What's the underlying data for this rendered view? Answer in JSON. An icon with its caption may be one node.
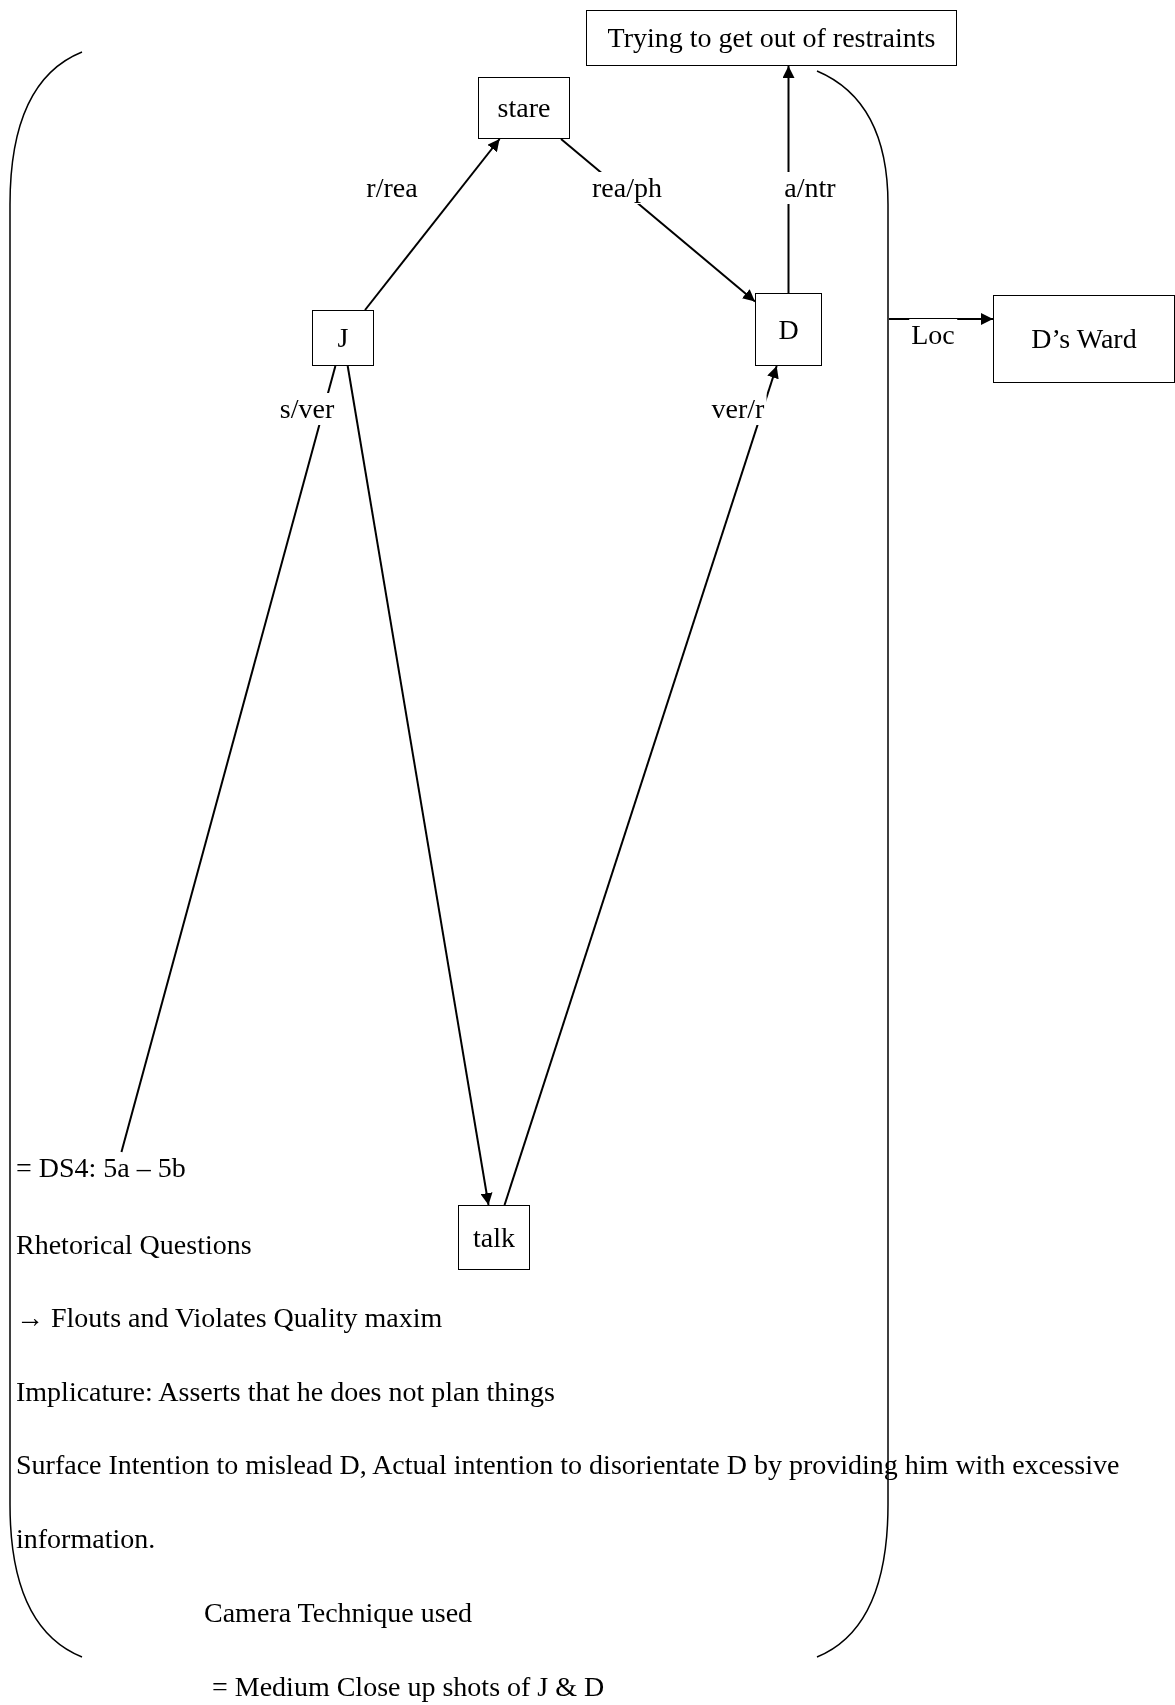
{
  "diagram": {
    "nodes": [
      {
        "text": [
          "Trying to get out of restraints"
        ]
      },
      {
        "text": [],
        "shape": "bracket"
      },
      {
        "text": [
          "stare"
        ],
        "in": 1
      },
      {
        "text": [
          "J"
        ],
        "in": 1
      },
      {
        "text": [
          "D"
        ],
        "in": 1
      },
      {
        "text": [
          "D’s Ward"
        ]
      },
      {
        "text": [
          "= DS4: 5a – 5b"
        ],
        "in": 1
      },
      {
        "text": [
          "talk"
        ],
        "in": 1
      }
    ],
    "edges": [
      {
        "from": 3,
        "to": 2,
        "arrow": "to",
        "label": "r/rea"
      },
      {
        "from": 2,
        "to": 4,
        "arrow": "to",
        "label": "rea/ph"
      },
      {
        "from": 4,
        "to": 0,
        "arrow": "to",
        "label": "a/ntr"
      },
      {
        "from": 3,
        "to": 7,
        "arrow": "to",
        "label": "s/ver"
      },
      {
        "from": 7,
        "to": 4,
        "arrow": "to",
        "label": "ver/r"
      },
      {
        "from": 3,
        "to": 6,
        "arrow": "none"
      },
      {
        "from": 1,
        "to": 5,
        "arrow": "to",
        "label": "Loc"
      }
    ],
    "labels": [
      "Rhetorical Questions",
      "→ Flouts and Violates Quality maxim",
      "Implicature: Asserts that he does not plan things",
      "Surface Intention to mislead D, Actual intention to disorientate D by providing him with excessive information.",
      "Camera Technique used",
      "= Medium Close up shots of J & D"
    ]
  }
}
